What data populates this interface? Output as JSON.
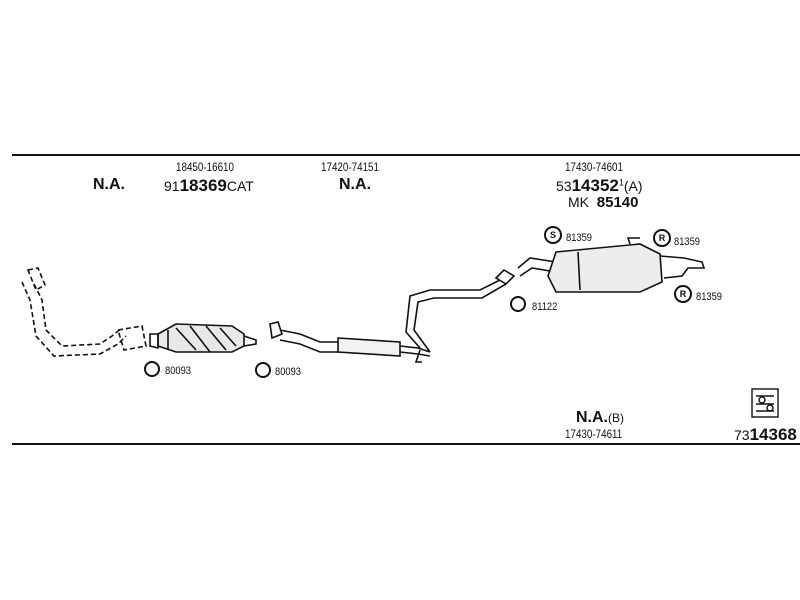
{
  "top": {
    "col1": {
      "na": "N.A."
    },
    "col2": {
      "oe": "18450-16610",
      "prefix": "91",
      "code": "18369",
      "suffix": "CAT"
    },
    "col3": {
      "oe": "17420-74151",
      "na": "N.A."
    },
    "col4": {
      "oe": "17430-74601",
      "prefix": "53",
      "code": "14352",
      "sup": "1",
      "suffix": "(A)",
      "mk_label": "MK",
      "mk_code": "85140"
    }
  },
  "parts": {
    "gasket1": "80093",
    "gasket2": "80093",
    "hanger_ring": "81122",
    "rubber_a": "81359",
    "rubber_b": "81359",
    "rubber_c": "81359"
  },
  "bottom": {
    "na": "N.A.",
    "na_suffix": "(B)",
    "oe": "17430-74611",
    "kit_prefix": "73",
    "kit_code": "14368"
  },
  "icons": [
    "gasket-ring-icon",
    "rubber-mount-icon",
    "kit-box-icon"
  ]
}
